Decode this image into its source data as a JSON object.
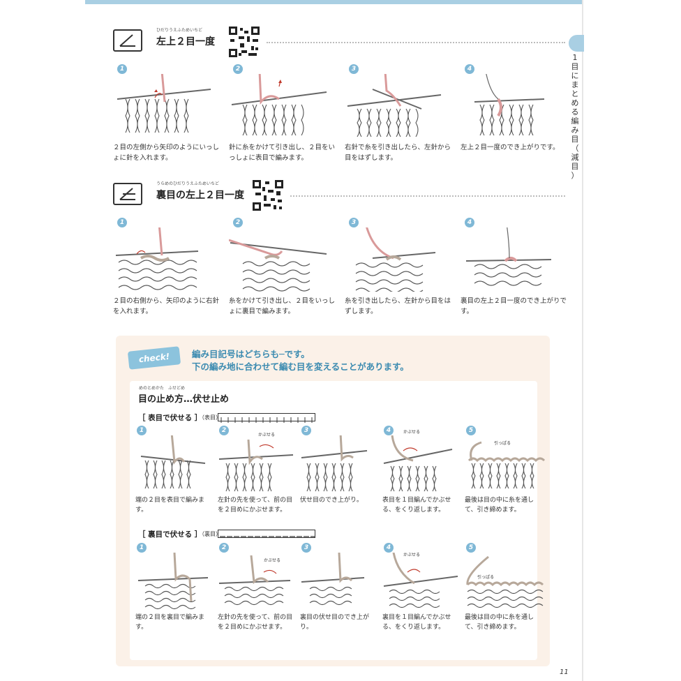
{
  "side_tab": {
    "chars": [
      "1",
      "目",
      "に",
      "ま",
      "と",
      "め",
      "る",
      "編",
      "み",
      "目",
      "（",
      "減",
      "目",
      "）"
    ]
  },
  "section1": {
    "ruby": "ひだりうえふためいちど",
    "title": "左上２目一度",
    "steps": [
      {
        "num": "1",
        "caption": "２目の左側から矢印のようにいっしょに針を入れます。"
      },
      {
        "num": "2",
        "caption": "針に糸をかけて引き出し、２目をいっしょに表目で編みます。"
      },
      {
        "num": "3",
        "caption": "右針で糸を引き出したら、左針から目をはずします。"
      },
      {
        "num": "4",
        "caption": "左上２目一度のでき上がりです。"
      }
    ]
  },
  "section2": {
    "ruby": "うらめのひだりうえふためいちど",
    "title": "裏目の左上２目一度",
    "steps": [
      {
        "num": "1",
        "caption": "２目の右側から、矢印のように右針を入れます。"
      },
      {
        "num": "2",
        "caption": "糸をかけて引き出し、２目をいっしょに裏目で編みます。"
      },
      {
        "num": "3",
        "caption": "糸を引き出したら、左針から目をはずします。"
      },
      {
        "num": "4",
        "caption": "裏目の左上２目一度のでき上がりです。"
      }
    ]
  },
  "check": {
    "badge": "check!",
    "line1": "編み目記号はどちらも─です。",
    "line2": "下の編み地に合わせて編む目を変えることがあります。"
  },
  "bind_off": {
    "ruby": "めのとめかた　ふせどめ",
    "title": "目の止め方…伏せ止め",
    "knit": {
      "heading": "［ 表目で伏せる ］",
      "note": "（表目）",
      "callout_cover": "かぶせる",
      "callout_pull": "引っぱる",
      "steps": [
        {
          "num": "1",
          "caption": "端の２目を表目で編みます。"
        },
        {
          "num": "2",
          "caption": "左針の先を使って、前の目を２目めにかぶせます。"
        },
        {
          "num": "3",
          "caption": "伏せ目のでき上がり。"
        },
        {
          "num": "4",
          "caption": "表目を１目編んでかぶせる、をくり返します。"
        },
        {
          "num": "5",
          "caption": "最後は目の中に糸を通して、引き締めます。"
        }
      ]
    },
    "purl": {
      "heading": "［ 裏目で伏せる ］",
      "note": "（裏目）",
      "callout_cover": "かぶせる",
      "callout_pull": "引っぱる",
      "steps": [
        {
          "num": "1",
          "caption": "端の２目を裏目で編みます。"
        },
        {
          "num": "2",
          "caption": "左針の先を使って、前の目を２目めにかぶせます。"
        },
        {
          "num": "3",
          "caption": "裏目の伏せ目のでき上がり。"
        },
        {
          "num": "4",
          "caption": "裏目を１目編んでかぶせる、をくり返します。"
        },
        {
          "num": "5",
          "caption": "最後は目の中に糸を通して、引き締めます。"
        }
      ]
    }
  },
  "page_number": "11",
  "colors": {
    "accent_blue": "#7fb8d6",
    "panel_peach": "#fbf1e8",
    "yarn_pink": "#d99a9a",
    "yarn_taupe": "#b7a89a"
  }
}
